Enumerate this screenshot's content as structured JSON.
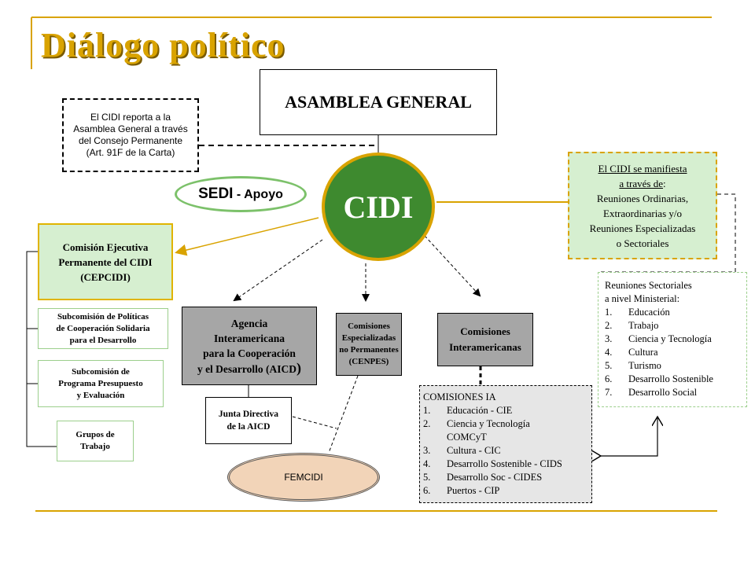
{
  "title": "Diálogo político",
  "asamblea": "ASAMBLEA GENERAL",
  "report_note": [
    "El CIDI reporta a la",
    "Asamblea General a través",
    "del Consejo Permanente",
    "(Art. 91F de la Carta)"
  ],
  "cidi": "CIDI",
  "sedi": {
    "main": "SEDI",
    "rest": " - Apoyo"
  },
  "manifiesta": {
    "line1": "El CIDI se manifiesta",
    "line2": "a través de",
    "line2_suffix": ":",
    "rest": [
      "Reuniones Ordinarias,",
      "Extraordinarias y/o",
      "Reuniones Especializadas",
      "o Sectoriales"
    ]
  },
  "cepcidi": [
    "Comisión Ejecutiva",
    "Permanente del CIDI",
    "(CEPCIDI)"
  ],
  "subcom_politicas": [
    "Subcomisión de Políticas",
    "de Cooperación Solidaria",
    "para el Desarrollo"
  ],
  "subcom_programa": [
    "Subcomisión de",
    "Programa Presupuesto",
    "y Evaluación"
  ],
  "grupos": [
    "Grupos de",
    "Trabajo"
  ],
  "aicd": [
    "Agencia",
    "Interamericana",
    "para la Cooperación",
    "y el Desarrollo (AICD",
    ")"
  ],
  "cenpes": [
    "Comisiones",
    "Especializadas",
    "no Permanentes",
    "(CENPES)"
  ],
  "comisiones_inter": [
    "Comisiones",
    "Interamericanas"
  ],
  "junta": [
    "Junta Directiva",
    "de la AICD"
  ],
  "femcidi": "FEMCIDI",
  "comisiones_ia": {
    "title": "COMISIONES IA",
    "items": [
      {
        "n": "1.",
        "t": "Educación - CIE"
      },
      {
        "n": "2.",
        "t": "Ciencia y Tecnología"
      },
      {
        "n": "",
        "t": "COMCyT"
      },
      {
        "n": "3.",
        "t": "Cultura - CIC"
      },
      {
        "n": "4.",
        "t": "Desarrollo Sostenible - CIDS"
      },
      {
        "n": "5.",
        "t": "Desarrollo Soc - CIDES"
      },
      {
        "n": "6.",
        "t": "Puertos - CIP"
      }
    ]
  },
  "sectoriales": {
    "title": [
      "Reuniones Sectoriales",
      "a nivel Ministerial:"
    ],
    "items": [
      {
        "n": "1.",
        "t": "Educación"
      },
      {
        "n": "2.",
        "t": "Trabajo"
      },
      {
        "n": "3.",
        "t": "Ciencia y Tecnología"
      },
      {
        "n": "4.",
        "t": "Cultura"
      },
      {
        "n": "5.",
        "t": "Turismo"
      },
      {
        "n": "6.",
        "t": "Desarrollo Sostenible"
      },
      {
        "n": "7.",
        "t": "Desarrollo Social"
      }
    ]
  },
  "colors": {
    "gold": "#d9a300",
    "cidi_green": "#3e8a2f",
    "light_green": "#d6efd0",
    "gray": "#a6a6a6",
    "femcidi": "#f2d4b8"
  }
}
